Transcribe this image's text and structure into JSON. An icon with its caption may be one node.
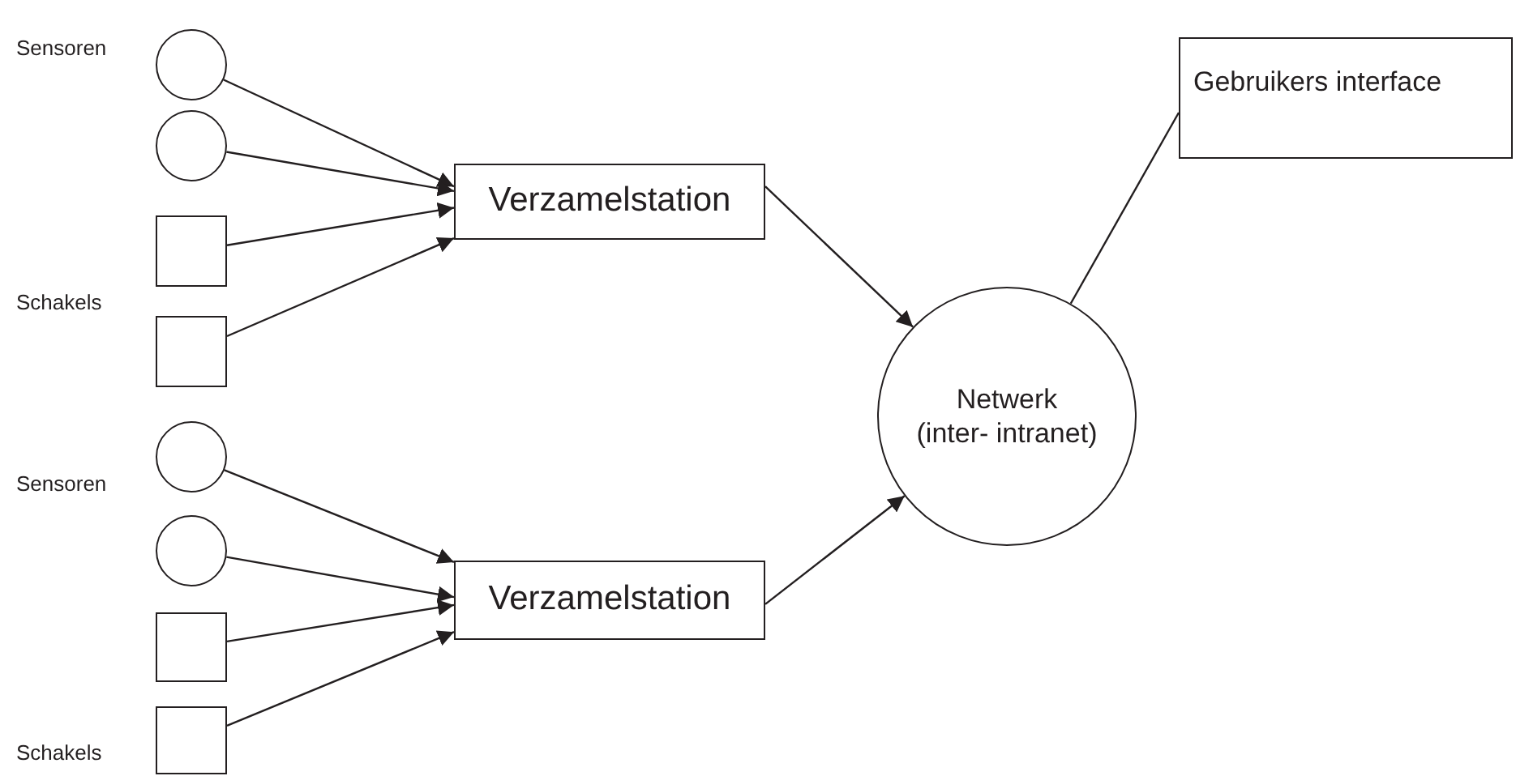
{
  "diagram": {
    "nodes": [
      {
        "text": [],
        "shape": "circle"
      },
      {
        "text": [],
        "shape": "circle"
      },
      {
        "text": [],
        "shape": "box"
      },
      {
        "text": [],
        "shape": "box"
      },
      {
        "text": [
          "Verzamelstation"
        ]
      },
      {
        "text": [],
        "shape": "circle"
      },
      {
        "text": [],
        "shape": "circle"
      },
      {
        "text": [],
        "shape": "box"
      },
      {
        "text": [],
        "shape": "box"
      },
      {
        "text": [
          "Verzamelstation"
        ]
      },
      {
        "text": [
          "Netwerk",
          "(inter- intranet)"
        ]
      },
      {
        "text": [
          "Gebruikers interface"
        ]
      }
    ],
    "edges": [
      {
        "from": 0,
        "to": 4,
        "arrow": "to"
      },
      {
        "from": 1,
        "to": 4,
        "arrow": "to"
      },
      {
        "from": 2,
        "to": 4,
        "arrow": "to"
      },
      {
        "from": 3,
        "to": 4,
        "arrow": "to"
      },
      {
        "from": 5,
        "to": 9,
        "arrow": "to"
      },
      {
        "from": 6,
        "to": 9,
        "arrow": "to"
      },
      {
        "from": 7,
        "to": 9,
        "arrow": "to"
      },
      {
        "from": 8,
        "to": 9,
        "arrow": "to"
      },
      {
        "from": 4,
        "to": 10,
        "arrow": "to"
      },
      {
        "from": 9,
        "to": 10,
        "arrow": "to"
      },
      {
        "from": 10,
        "to": 11,
        "arrow": "none"
      }
    ],
    "labels": [
      "Sensoren",
      "Schakels",
      "Sensoren",
      "Schakels"
    ]
  }
}
